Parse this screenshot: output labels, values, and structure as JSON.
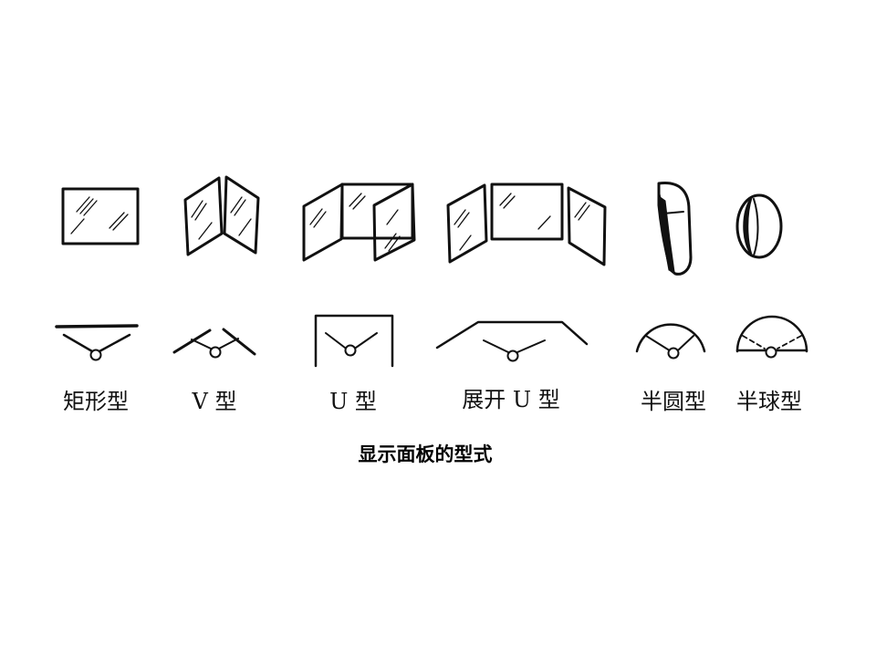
{
  "diagram": {
    "caption": "显示面板的型式",
    "panels": [
      {
        "id": "rect",
        "label": "矩形型"
      },
      {
        "id": "v",
        "label": "V 型"
      },
      {
        "id": "u",
        "label": "U 型"
      },
      {
        "id": "open-u",
        "label": "展开 U 型"
      },
      {
        "id": "semicircle",
        "label": "半圆型"
      },
      {
        "id": "hemisphere",
        "label": "半球型"
      }
    ]
  }
}
